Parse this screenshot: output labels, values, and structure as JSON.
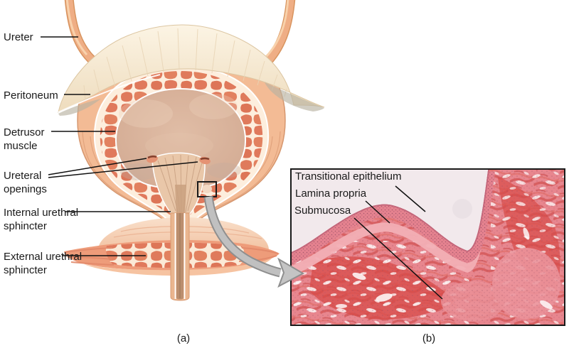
{
  "panel_a": {
    "caption": "(a)",
    "labels": {
      "ureter": "Ureter",
      "peritoneum": "Peritoneum",
      "detrusor": "Detrusor muscle",
      "openings": "Ureteral openings",
      "internal": "Internal urethral sphincter",
      "external": "External urethral sphincter"
    }
  },
  "panel_b": {
    "caption": "(b)",
    "labels": {
      "transitional": "Transitional epithelium",
      "lamina": "Lamina propria",
      "submucosa": "Submucosa"
    }
  },
  "icons": {
    "zoom_arrow": "curved-gray-magnify-arrow",
    "zoom_box": "inset-region-rectangle"
  },
  "colors": {
    "label_text": "#1a1a1a",
    "leader_line": "#111111",
    "wall_peach": "#f3bb95",
    "detrusor_salmon": "#df7a5c",
    "mortar_cream": "#fdeedd",
    "cavity_tan": "#d9b29b",
    "peritoneum_ivory": "#f7ecd9",
    "ureter_peach": "#efae85",
    "urethra_core": "#bb8e6e",
    "arrow_gray": "#c4c4c4",
    "micrograph_lumen": "#f2e9ec",
    "micrograph_tissue_pink": "#e8868e",
    "micrograph_muscle_red": "#da5350",
    "micrograph_border": "#1a1a1a"
  }
}
